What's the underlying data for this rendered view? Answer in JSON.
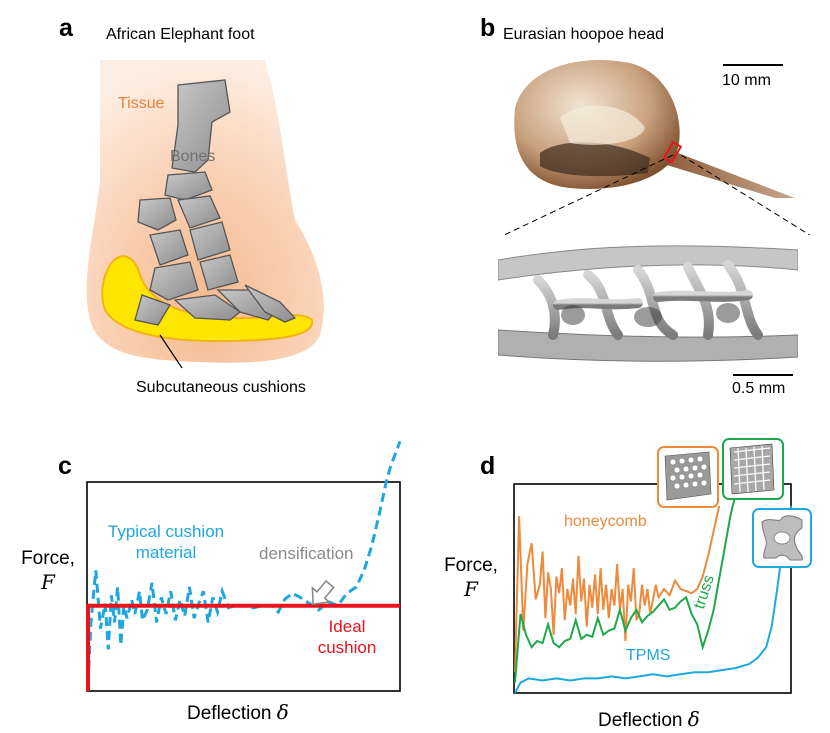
{
  "panels": {
    "a": {
      "letter": "a",
      "title": "African Elephant foot",
      "labels": {
        "tissue": "Tissue",
        "bones": "Bones",
        "cushions": "Subcutaneous cushions"
      },
      "colors": {
        "tissue": "#f8c9a6",
        "bones": "#9a9a9a",
        "cushion": "#ffe600",
        "tissue_label": "#e8823a"
      }
    },
    "b": {
      "letter": "b",
      "title": "Eurasian hoopoe head",
      "scale_top": "10 mm",
      "scale_bottom": "0.5 mm"
    },
    "c": {
      "letter": "c",
      "ylabel_word": "Force,",
      "ylabel_symbol": "F",
      "xlabel_word": "Deflection",
      "xlabel_symbol": "δ",
      "annotations": {
        "typical": [
          "Typical cushion",
          "material"
        ],
        "densification": "densification",
        "ideal": [
          "Ideal",
          "cushion"
        ]
      },
      "colors": {
        "typical": "#1fa6e0",
        "ideal": "#e8141b",
        "densification": "#8a8a8a"
      }
    },
    "d": {
      "letter": "d",
      "ylabel_word": "Force,",
      "ylabel_symbol": "F",
      "xlabel_word": "Deflection",
      "xlabel_symbol": "δ",
      "series_labels": {
        "honeycomb": "honeycomb",
        "truss": "truss",
        "tpms": "TPMS"
      },
      "colors": {
        "honeycomb": "#ed8a3c",
        "truss": "#1fa84a",
        "tpms": "#1da8e0"
      }
    }
  },
  "chart_data": [
    {
      "type": "line",
      "panel": "c",
      "xlabel": "Deflection δ",
      "ylabel": "Force, F",
      "xlim": [
        0,
        1
      ],
      "ylim": [
        0,
        1
      ],
      "grid": false,
      "series": [
        {
          "name": "Typical cushion material",
          "style": "dashed",
          "x": [
            0.0,
            0.01,
            0.025,
            0.04,
            0.055,
            0.065,
            0.075,
            0.085,
            0.095,
            0.105,
            0.115,
            0.125,
            0.14,
            0.15,
            0.165,
            0.175,
            0.19,
            0.205,
            0.22,
            0.235,
            0.25,
            0.265,
            0.28,
            0.295,
            0.31,
            0.325,
            0.34,
            0.355,
            0.37,
            0.385,
            0.4,
            0.415,
            0.43,
            0.45,
            0.47,
            0.5,
            0.53,
            0.56,
            0.59,
            0.61,
            0.63,
            0.655,
            0.68,
            0.71,
            0.74,
            0.77,
            0.8,
            0.83,
            0.86,
            0.885,
            0.91,
            0.935,
            0.955,
            0.97,
            0.985,
            1.0
          ],
          "y": [
            0.04,
            0.34,
            0.58,
            0.3,
            0.42,
            0.2,
            0.46,
            0.33,
            0.5,
            0.22,
            0.41,
            0.35,
            0.44,
            0.37,
            0.48,
            0.34,
            0.39,
            0.52,
            0.33,
            0.45,
            0.37,
            0.48,
            0.34,
            0.44,
            0.36,
            0.5,
            0.35,
            0.42,
            0.48,
            0.33,
            0.45,
            0.38,
            0.48,
            0.4,
            0.41,
            0.41,
            0.4,
            0.41,
            0.41,
            0.38,
            0.44,
            0.47,
            0.45,
            0.42,
            0.39,
            0.43,
            0.41,
            0.47,
            0.5,
            0.58,
            0.7,
            0.86,
            1.0,
            1.08,
            1.14,
            1.2
          ]
        },
        {
          "name": "Ideal cushion",
          "style": "solid",
          "x": [
            0.0,
            0.0,
            1.0
          ],
          "y": [
            0.0,
            0.41,
            0.41
          ]
        }
      ]
    },
    {
      "type": "line",
      "panel": "d",
      "xlabel": "Deflection δ",
      "ylabel": "Force, F",
      "xlim": [
        0,
        1
      ],
      "ylim": [
        0,
        1
      ],
      "grid": false,
      "series": [
        {
          "name": "honeycomb",
          "x": [
            0.0,
            0.015,
            0.03,
            0.045,
            0.06,
            0.075,
            0.09,
            0.1,
            0.11,
            0.12,
            0.13,
            0.14,
            0.15,
            0.16,
            0.17,
            0.18,
            0.19,
            0.2,
            0.21,
            0.22,
            0.23,
            0.24,
            0.25,
            0.26,
            0.27,
            0.28,
            0.29,
            0.3,
            0.31,
            0.32,
            0.33,
            0.34,
            0.35,
            0.36,
            0.37,
            0.38,
            0.39,
            0.4,
            0.41,
            0.42,
            0.43,
            0.44,
            0.45,
            0.46,
            0.47,
            0.48,
            0.49,
            0.5,
            0.51,
            0.52,
            0.54,
            0.56,
            0.58,
            0.6,
            0.62,
            0.64,
            0.66,
            0.68,
            0.7,
            0.72,
            0.74
          ],
          "y": [
            0.1,
            0.85,
            0.3,
            0.62,
            0.72,
            0.45,
            0.52,
            0.68,
            0.36,
            0.58,
            0.5,
            0.28,
            0.56,
            0.48,
            0.6,
            0.35,
            0.5,
            0.42,
            0.55,
            0.38,
            0.66,
            0.44,
            0.55,
            0.32,
            0.52,
            0.41,
            0.57,
            0.38,
            0.6,
            0.4,
            0.52,
            0.36,
            0.5,
            0.42,
            0.62,
            0.4,
            0.5,
            0.25,
            0.52,
            0.44,
            0.6,
            0.35,
            0.38,
            0.52,
            0.42,
            0.5,
            0.38,
            0.45,
            0.52,
            0.46,
            0.5,
            0.47,
            0.54,
            0.5,
            0.49,
            0.48,
            0.5,
            0.56,
            0.66,
            0.78,
            0.9
          ]
        },
        {
          "name": "truss",
          "x": [
            0.0,
            0.02,
            0.04,
            0.06,
            0.08,
            0.1,
            0.12,
            0.14,
            0.16,
            0.18,
            0.2,
            0.22,
            0.24,
            0.26,
            0.28,
            0.3,
            0.32,
            0.34,
            0.36,
            0.38,
            0.4,
            0.42,
            0.44,
            0.46,
            0.48,
            0.5,
            0.52,
            0.54,
            0.56,
            0.58,
            0.6,
            0.62,
            0.64,
            0.66,
            0.68,
            0.7,
            0.72,
            0.74,
            0.76,
            0.78,
            0.8,
            0.82
          ],
          "y": [
            0.05,
            0.38,
            0.28,
            0.22,
            0.25,
            0.24,
            0.33,
            0.24,
            0.22,
            0.25,
            0.26,
            0.35,
            0.26,
            0.28,
            0.27,
            0.36,
            0.28,
            0.3,
            0.31,
            0.4,
            0.3,
            0.36,
            0.4,
            0.34,
            0.37,
            0.39,
            0.42,
            0.45,
            0.4,
            0.41,
            0.44,
            0.46,
            0.38,
            0.33,
            0.22,
            0.3,
            0.4,
            0.55,
            0.7,
            0.85,
            0.96,
            1.02
          ]
        },
        {
          "name": "TPMS",
          "x": [
            0.0,
            0.02,
            0.05,
            0.1,
            0.15,
            0.2,
            0.25,
            0.3,
            0.35,
            0.4,
            0.45,
            0.5,
            0.55,
            0.6,
            0.65,
            0.7,
            0.75,
            0.8,
            0.85,
            0.88,
            0.91,
            0.93,
            0.95,
            0.97,
            1.0
          ],
          "y": [
            0.0,
            0.05,
            0.07,
            0.06,
            0.07,
            0.06,
            0.07,
            0.07,
            0.08,
            0.07,
            0.08,
            0.09,
            0.08,
            0.09,
            0.1,
            0.1,
            0.11,
            0.12,
            0.14,
            0.17,
            0.22,
            0.32,
            0.5,
            0.7,
            0.9
          ]
        }
      ]
    }
  ]
}
